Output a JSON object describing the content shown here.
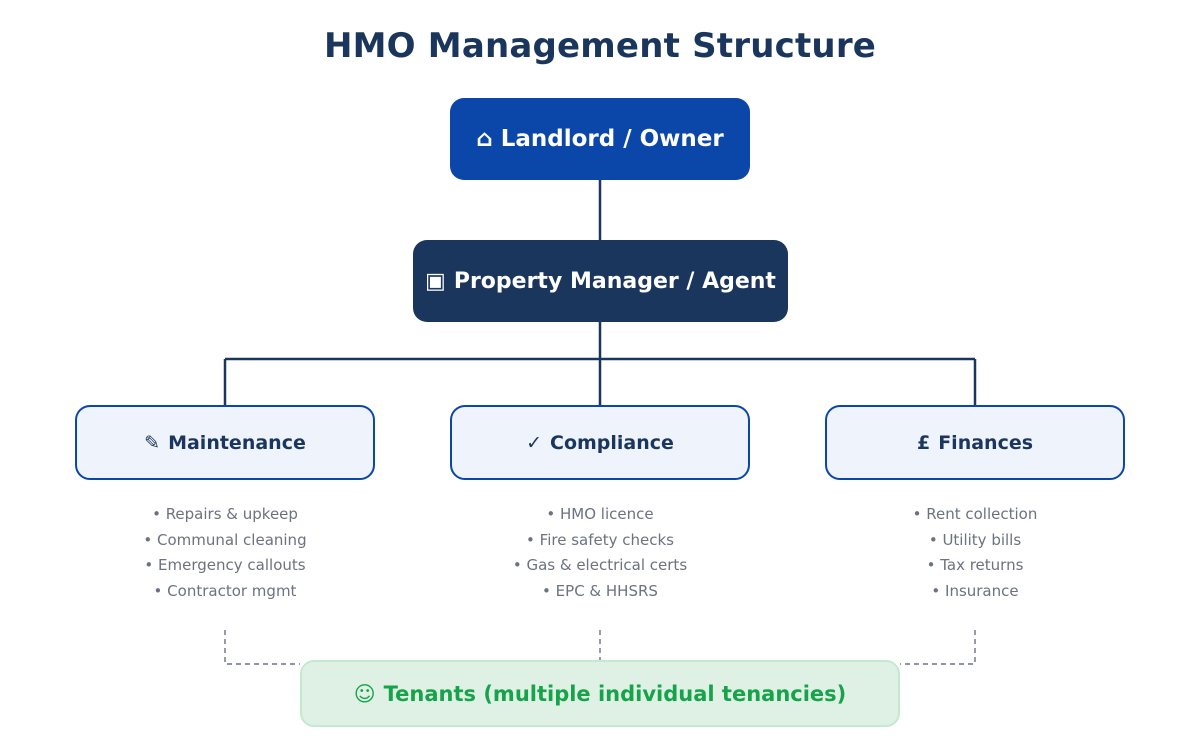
{
  "title": "HMO Management Structure",
  "nodes": {
    "landlord": {
      "icon": "house-icon",
      "glyph": "⌂",
      "label": "Landlord / Owner"
    },
    "manager": {
      "icon": "briefcase-icon",
      "glyph": "▣",
      "label": "Property Manager / Agent"
    },
    "tenants": {
      "icon": "people-icon",
      "glyph": "☺",
      "label": "Tenants (multiple individual tenancies)"
    }
  },
  "areas": [
    {
      "icon": "wrench-icon",
      "glyph": "✎",
      "label": "Maintenance",
      "items": [
        "Repairs & upkeep",
        "Communal cleaning",
        "Emergency callouts",
        "Contractor mgmt"
      ]
    },
    {
      "icon": "clipboard-icon",
      "glyph": "✓",
      "label": "Compliance",
      "items": [
        "HMO licence",
        "Fire safety checks",
        "Gas & electrical certs",
        "EPC & HHSRS"
      ]
    },
    {
      "icon": "money-icon",
      "glyph": "£",
      "label": "Finances",
      "items": [
        "Rent collection",
        "Utility bills",
        "Tax returns",
        "Insurance"
      ]
    }
  ],
  "colors": {
    "title": "#1b365d",
    "landlord_fill": "#0a47a9",
    "manager_fill": "#1b365d",
    "area_fill": "#eff3fb",
    "area_border": "#0a47a9",
    "list_text": "#6b7280",
    "tenants_fill": "#dff1e5",
    "tenants_text": "#16a34a",
    "dashed_line": "#6b7280"
  }
}
